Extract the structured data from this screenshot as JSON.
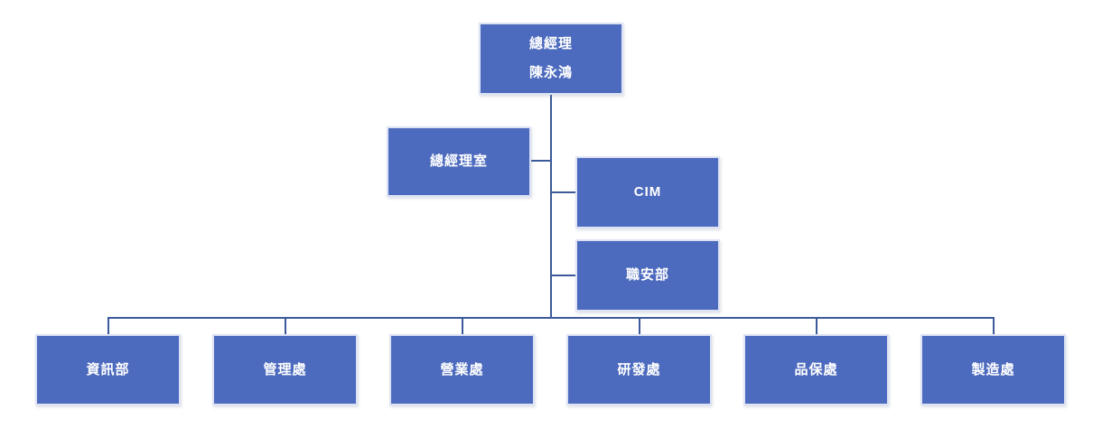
{
  "org_chart": {
    "title_box": {
      "role": "總經理",
      "person": "陳永鴻"
    },
    "assistant_left": {
      "label": "總經理室"
    },
    "assistants_right": [
      {
        "label": "CIM"
      },
      {
        "label": "職安部"
      }
    ],
    "departments": [
      {
        "label": "資訊部"
      },
      {
        "label": "管理處"
      },
      {
        "label": "營業處"
      },
      {
        "label": "研發處"
      },
      {
        "label": "品保處"
      },
      {
        "label": "製造處"
      }
    ],
    "colors": {
      "box_fill": "#4d6bbe",
      "box_border": "#dde3f4",
      "connector": "#3c5a9a",
      "text": "#ffffff",
      "background": "#ffffff"
    }
  }
}
